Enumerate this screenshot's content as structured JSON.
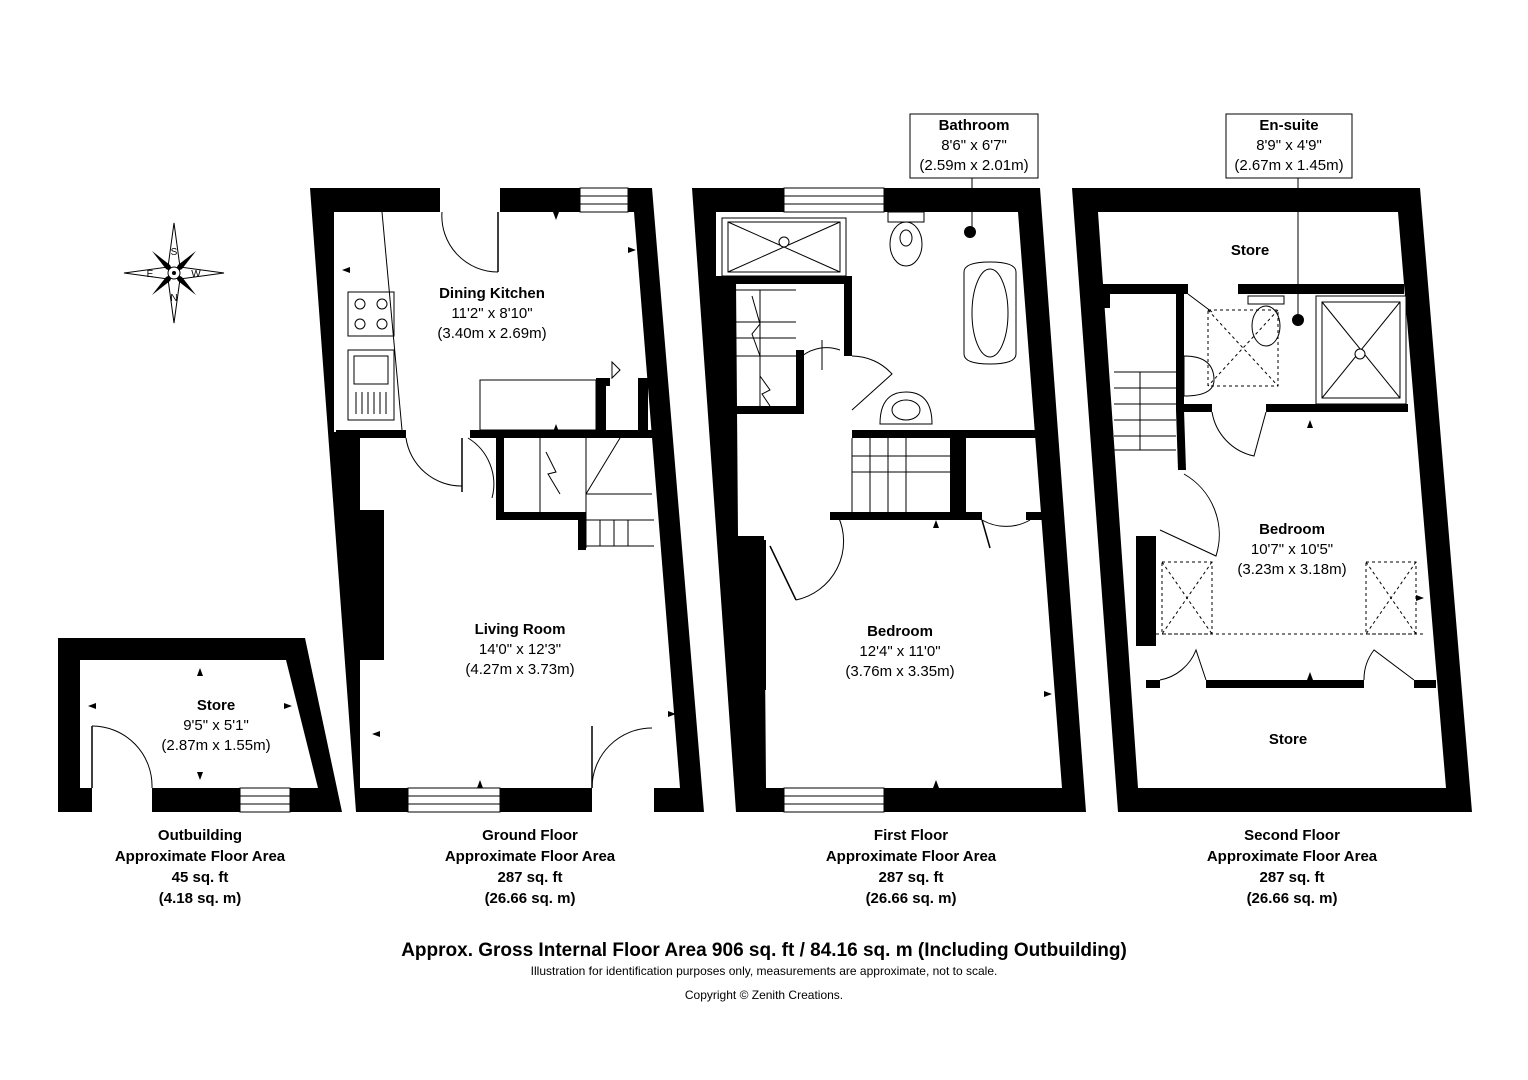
{
  "rooms": {
    "dining_kitchen": {
      "name": "Dining Kitchen",
      "imperial": "11'2\" x 8'10\"",
      "metric": "(3.40m x 2.69m)"
    },
    "living_room": {
      "name": "Living Room",
      "imperial": "14'0\" x 12'3\"",
      "metric": "(4.27m x 3.73m)"
    },
    "outbuilding_store": {
      "name": "Store",
      "imperial": "9'5\" x 5'1\"",
      "metric": "(2.87m x 1.55m)"
    },
    "bathroom": {
      "name": "Bathroom",
      "imperial": "8'6\" x 6'7\"",
      "metric": "(2.59m x 2.01m)"
    },
    "first_bedroom": {
      "name": "Bedroom",
      "imperial": "12'4\" x 11'0\"",
      "metric": "(3.76m x 3.35m)"
    },
    "ensuite": {
      "name": "En-suite",
      "imperial": "8'9\" x 4'9\"",
      "metric": "(2.67m x 1.45m)"
    },
    "second_bedroom": {
      "name": "Bedroom",
      "imperial": "10'7\" x 10'5\"",
      "metric": "(3.23m x 3.18m)"
    },
    "store_top": {
      "name": "Store"
    },
    "store_bottom": {
      "name": "Store"
    }
  },
  "floors": [
    {
      "name": "Outbuilding",
      "caption": "Approximate Floor Area",
      "sqft": "45 sq. ft",
      "sqm": "(4.18 sq. m)"
    },
    {
      "name": "Ground Floor",
      "caption": "Approximate Floor Area",
      "sqft": "287 sq. ft",
      "sqm": "(26.66 sq. m)"
    },
    {
      "name": "First Floor",
      "caption": "Approximate Floor Area",
      "sqft": "287 sq. ft",
      "sqm": "(26.66 sq. m)"
    },
    {
      "name": "Second Floor",
      "caption": "Approximate Floor Area",
      "sqft": "287 sq. ft",
      "sqm": "(26.66 sq. m)"
    }
  ],
  "compass": {
    "s": "S",
    "w": "W",
    "e": "E",
    "n": "N"
  },
  "footer": {
    "gross": "Approx. Gross Internal Floor Area 906 sq. ft / 84.16 sq. m (Including Outbuilding)",
    "disclaimer": "Illustration for identification purposes only, measurements are approximate, not to scale.",
    "copyright": "Copyright © Zenith Creations."
  }
}
